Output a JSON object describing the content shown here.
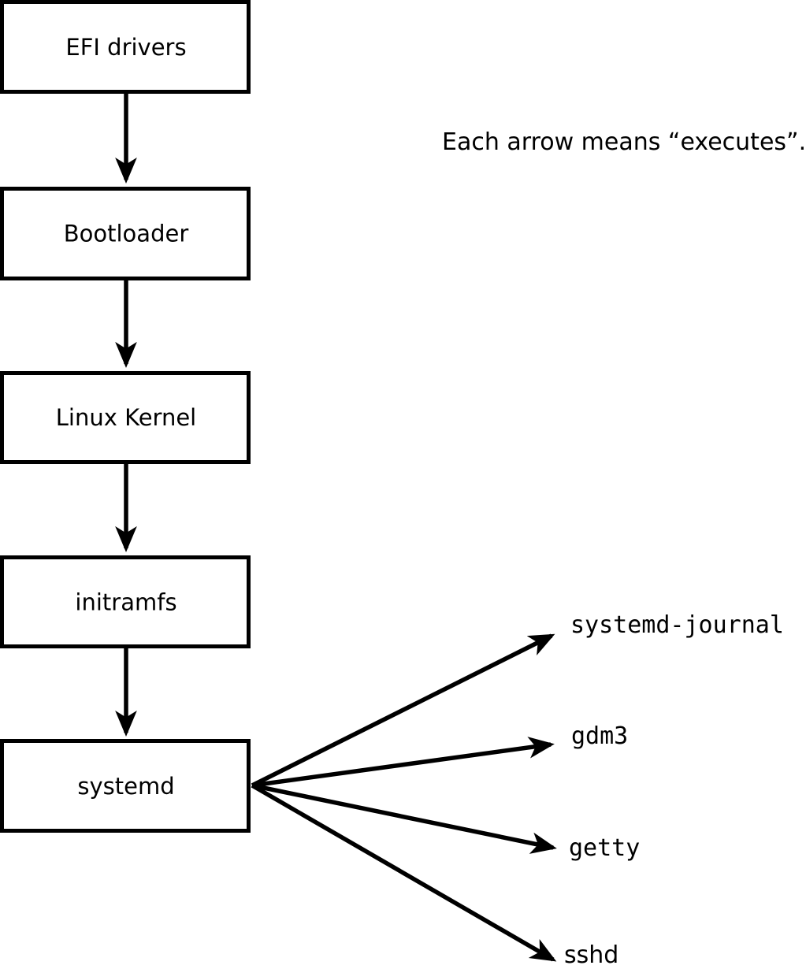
{
  "note": "Each arrow means “executes”.",
  "colors": {
    "background": "#ffffff",
    "line": "#000000",
    "box_fill": "#ffffff",
    "text": "#000000"
  },
  "boot_chain": [
    {
      "label": "EFI drivers"
    },
    {
      "label": "Bootloader"
    },
    {
      "label": "Linux Kernel"
    },
    {
      "label": "initramfs"
    },
    {
      "label": "systemd"
    }
  ],
  "spawned_services": [
    {
      "label": "systemd-journal"
    },
    {
      "label": "gdm3"
    },
    {
      "label": "getty"
    },
    {
      "label": "sshd"
    }
  ]
}
